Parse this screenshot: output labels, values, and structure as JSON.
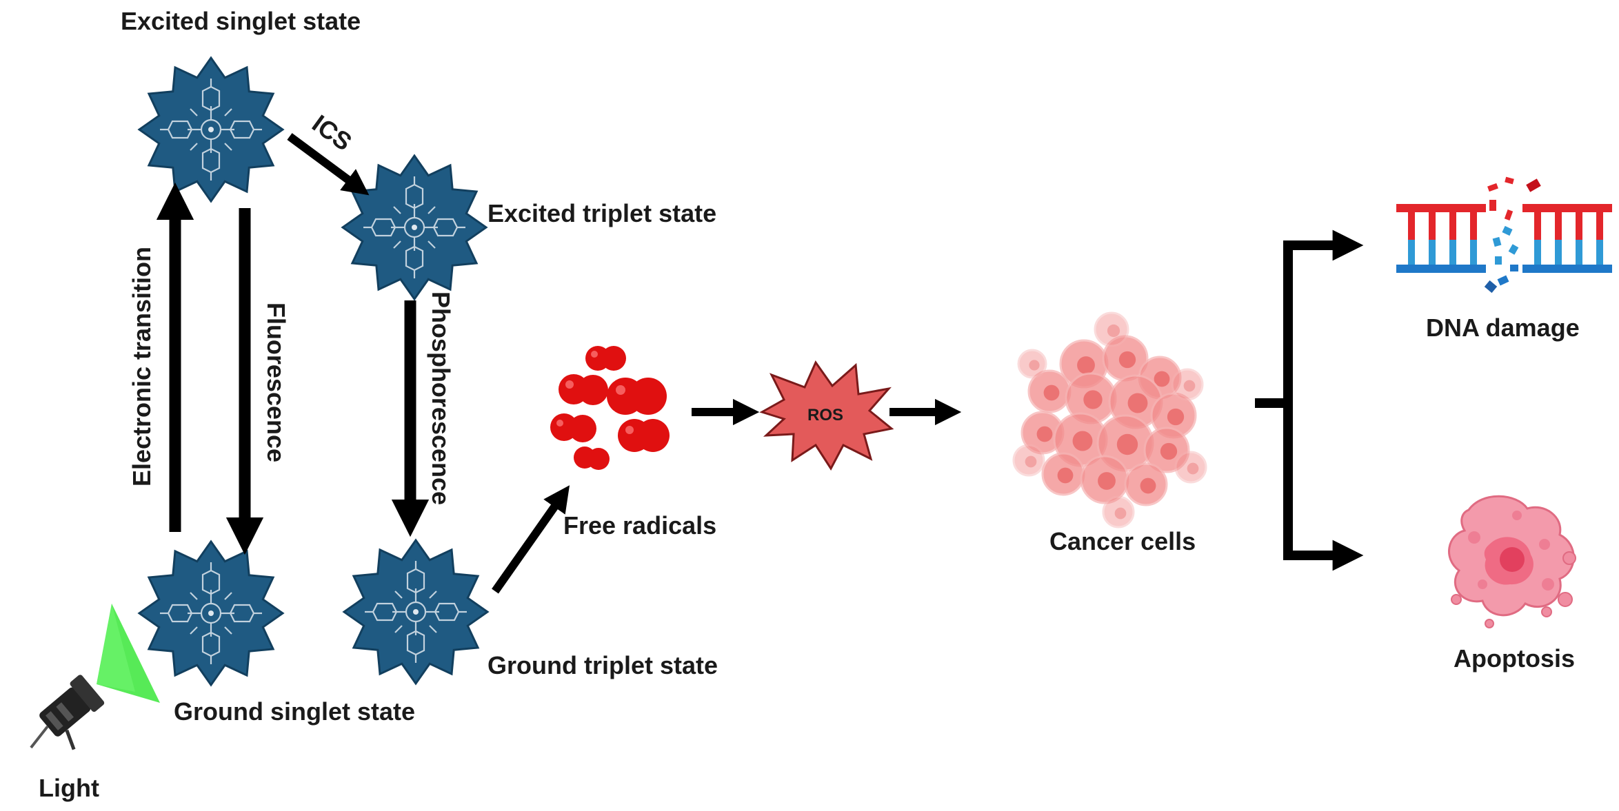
{
  "labels": {
    "excited_singlet": "Excited singlet state",
    "excited_triplet": "Excited triplet state",
    "ground_singlet": "Ground singlet state",
    "ground_triplet": "Ground triplet state",
    "light": "Light",
    "ics": "ICS",
    "electronic_transition": "Electronic transition",
    "fluorescence": "Fluorescence",
    "phosphorescence": "Phosphorescence",
    "free_radicals": "Free radicals",
    "ros": "ROS",
    "cancer_cells": "Cancer cells",
    "dna_damage": "DNA damage",
    "apoptosis": "Apoptosis"
  },
  "colors": {
    "molecule": "#1f5a82",
    "molecule_edge": "#123f5e",
    "arrow": "#000000",
    "radical": "#e01010",
    "ros_star": "#e35a5a",
    "cancer_cell": "#f28b8b",
    "dna_red": "#e3262b",
    "dna_blue": "#2f9ad6",
    "apoptosis": "#ee6f86",
    "light_beam": "#39e639"
  },
  "icons": [
    "photosensitizer-molecule-icon",
    "lamp-icon",
    "oxygen-molecule-icon",
    "ros-burst-icon",
    "cancer-cell-cluster-icon",
    "dna-strand-icon",
    "apoptotic-cell-icon"
  ]
}
